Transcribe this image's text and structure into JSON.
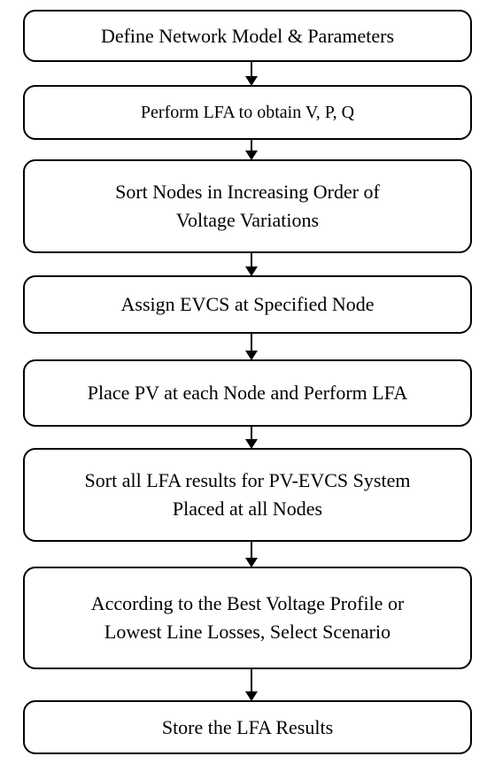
{
  "steps": [
    {
      "lines": [
        "Define Network Model & Parameters"
      ]
    },
    {
      "lines": [
        "Perform LFA to obtain V, P, Q"
      ]
    },
    {
      "lines": [
        "Sort Nodes in Increasing Order of",
        "Voltage Variations"
      ]
    },
    {
      "lines": [
        "Assign EVCS at Specified Node"
      ]
    },
    {
      "lines": [
        "Place PV at each Node and Perform LFA"
      ]
    },
    {
      "lines": [
        "Sort all LFA results for PV-EVCS System",
        "Placed at all Nodes"
      ]
    },
    {
      "lines": [
        "According to the Best Voltage Profile or",
        "Lowest Line Losses, Select Scenario"
      ]
    },
    {
      "lines": [
        "Store the LFA Results"
      ]
    }
  ]
}
